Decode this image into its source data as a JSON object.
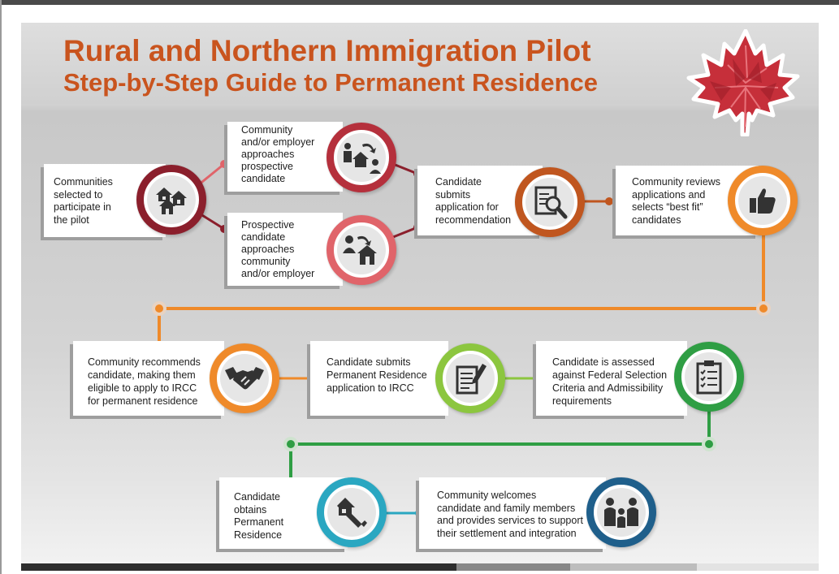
{
  "header": {
    "title": "Rural and Northern Immigration Pilot",
    "subtitle": "Step-by-Step Guide to Permanent Residence"
  },
  "logo": {
    "icon": "maple-leaf-icon",
    "color": "#c62f3a"
  },
  "colors": {
    "title": "#c9541e",
    "dark_red": "#8b1f2c",
    "crimson": "#b5303c",
    "salmon": "#e0646a",
    "rust": "#c0561f",
    "orange": "#ef8a2a",
    "light_green": "#8cc63f",
    "green": "#2f9e44",
    "teal": "#2aa7c1",
    "navy": "#1f5f8b"
  },
  "steps": [
    {
      "id": "communities-selected",
      "lines": [
        "Communities",
        "selected to",
        "participate in",
        "the pilot"
      ],
      "icon": "houses-icon"
    },
    {
      "id": "community-approaches",
      "lines": [
        "Community",
        "and/or employer",
        "approaches",
        "prospective",
        "candidate"
      ],
      "icon": "employer-to-candidate-icon"
    },
    {
      "id": "candidate-approaches",
      "lines": [
        "Prospective",
        "candidate",
        "approaches",
        "community",
        "and/or employer"
      ],
      "icon": "candidate-to-community-icon"
    },
    {
      "id": "candidate-submits-recommendation",
      "lines": [
        "Candidate",
        "submits",
        "application for",
        "recommendation"
      ],
      "icon": "document-search-icon"
    },
    {
      "id": "community-reviews",
      "lines": [
        "Community reviews",
        "applications and",
        "selects “best fit”",
        "candidates"
      ],
      "icon": "thumbs-up-icon"
    },
    {
      "id": "community-recommends",
      "lines": [
        "Community recommends",
        "candidate, making them",
        "eligible to apply to IRCC",
        "for permanent residence"
      ],
      "icon": "handshake-icon"
    },
    {
      "id": "candidate-submits-pr",
      "lines": [
        "Candidate submits",
        "Permanent Residence",
        "application to IRCC"
      ],
      "icon": "document-pen-icon"
    },
    {
      "id": "candidate-assessed",
      "lines": [
        "Candidate is assessed",
        "against Federal Selection",
        "Criteria and Admissibility",
        "requirements"
      ],
      "icon": "checklist-icon"
    },
    {
      "id": "candidate-obtains-pr",
      "lines": [
        "Candidate",
        "obtains",
        "Permanent",
        "Residence"
      ],
      "icon": "house-key-icon"
    },
    {
      "id": "community-welcomes",
      "lines": [
        "Community welcomes",
        "candidate and family members",
        "and provides services to support",
        "their settlement and integration"
      ],
      "icon": "family-icon"
    }
  ]
}
